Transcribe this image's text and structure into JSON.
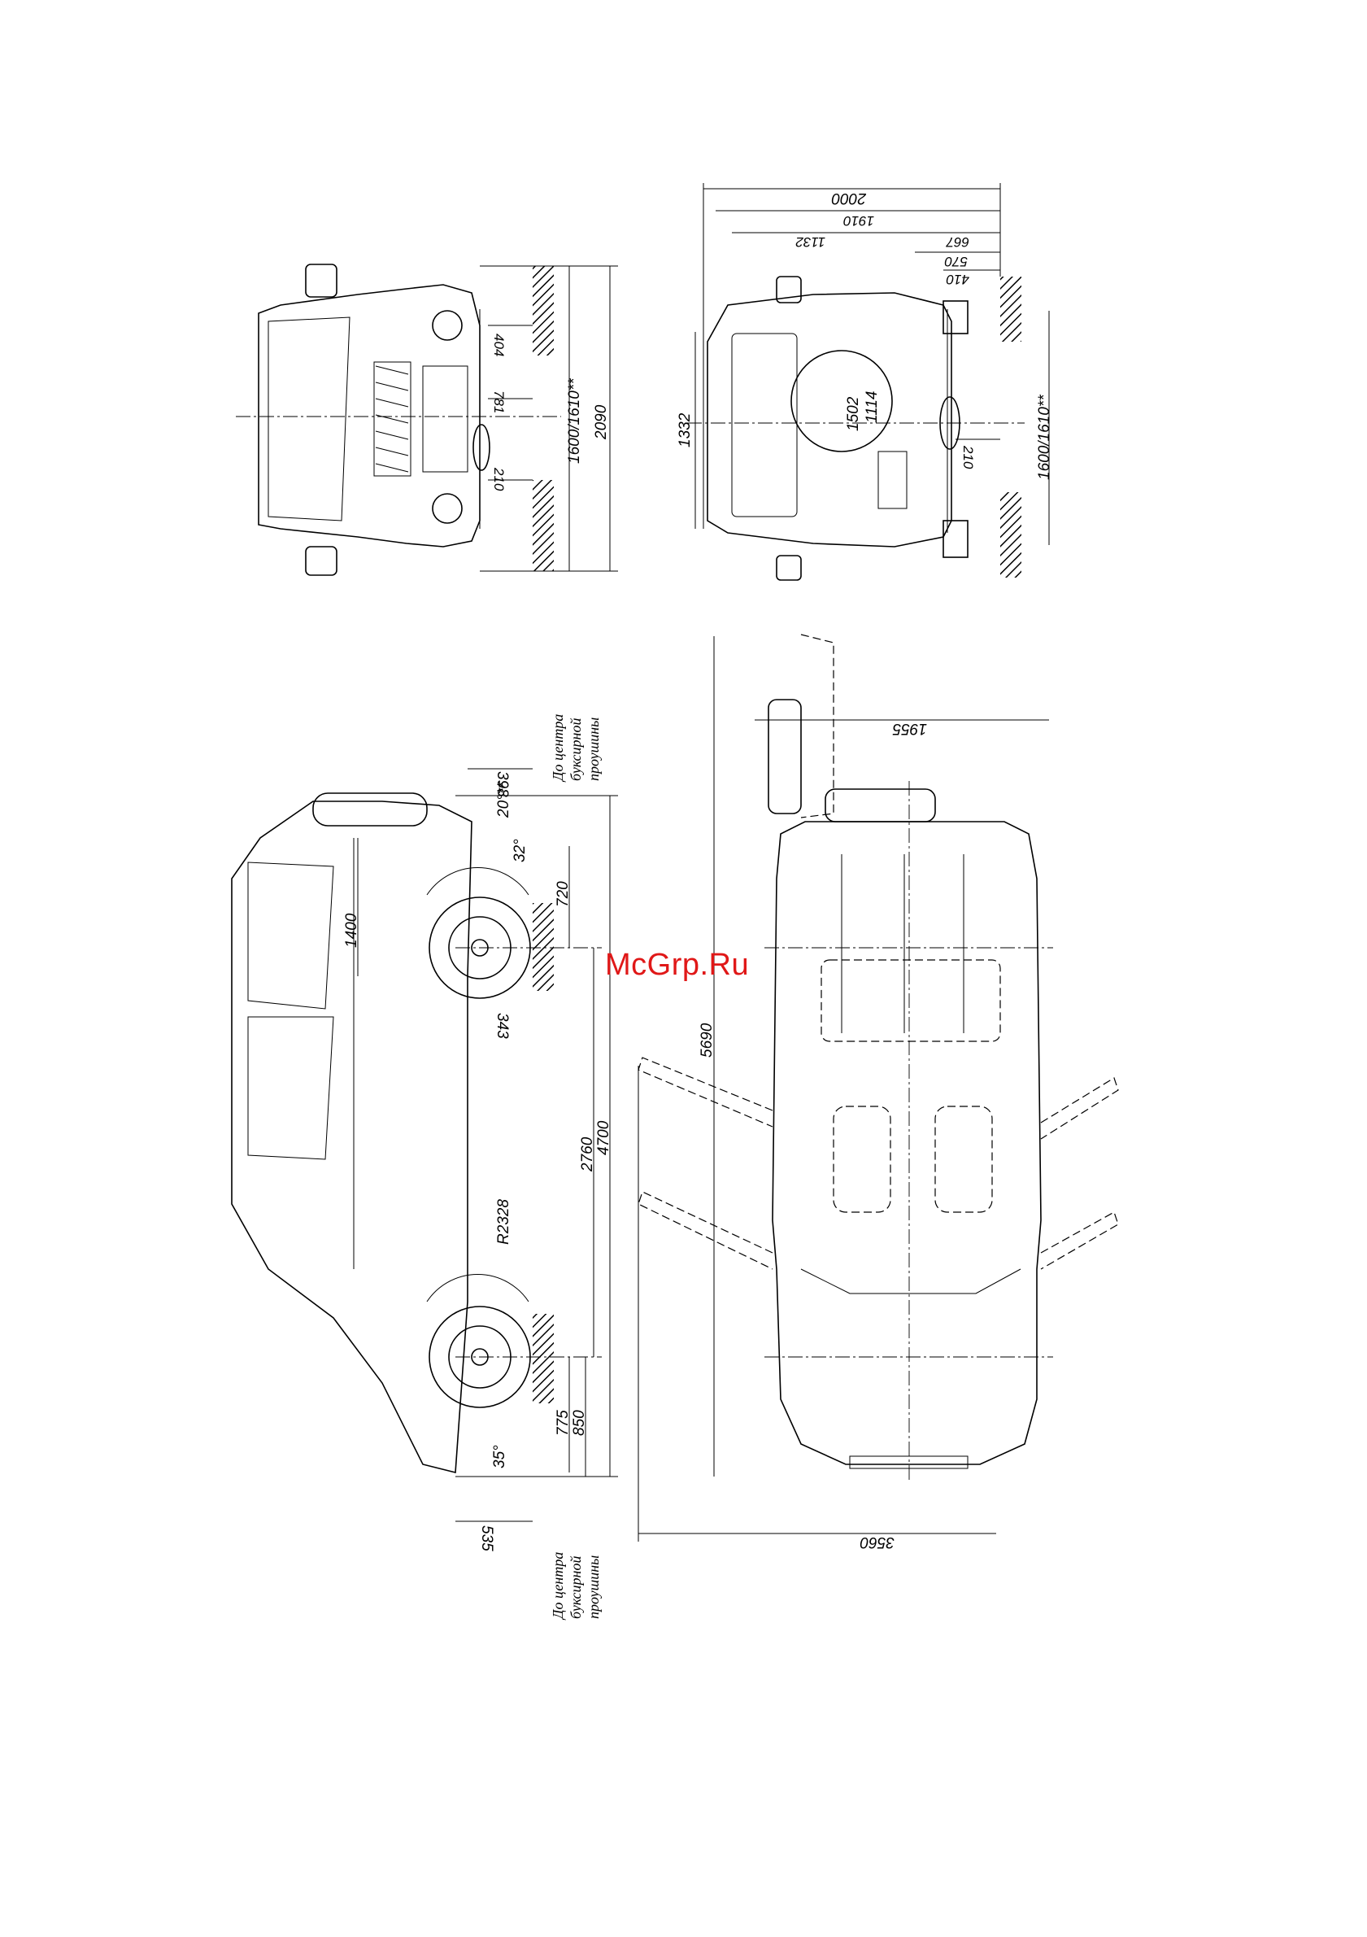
{
  "watermark": "McGrp.Ru",
  "front_view": {
    "dims": {
      "d404": "404",
      "d781": "781",
      "d210": "210",
      "track": "1600/1610**",
      "width": "2090"
    }
  },
  "rear_view": {
    "dims": {
      "d2000": "2000",
      "d1910": "1910",
      "d1132": "1132",
      "d667": "667",
      "d570": "570",
      "d410": "410",
      "height": "1332",
      "wheel_outer": "1502",
      "wheel_inner": "1114",
      "d210": "210",
      "track": "1600/1610**"
    }
  },
  "side_view": {
    "dims": {
      "d398": "398",
      "angle20": "20°**",
      "angle32": "32°",
      "d720": "720",
      "d1400": "1400",
      "d343": "343",
      "d2760": "2760",
      "d4700": "4700",
      "r2328": "R2328",
      "d775": "775",
      "d850": "850",
      "angle35": "35°",
      "d535": "535"
    },
    "note_top": [
      "До центра",
      "буксирной",
      "проушины"
    ],
    "note_bottom": [
      "До центра",
      "буксирной",
      "проушины"
    ]
  },
  "top_view": {
    "dims": {
      "d1955": "1955",
      "d5690": "5690",
      "d3560": "3560"
    }
  }
}
